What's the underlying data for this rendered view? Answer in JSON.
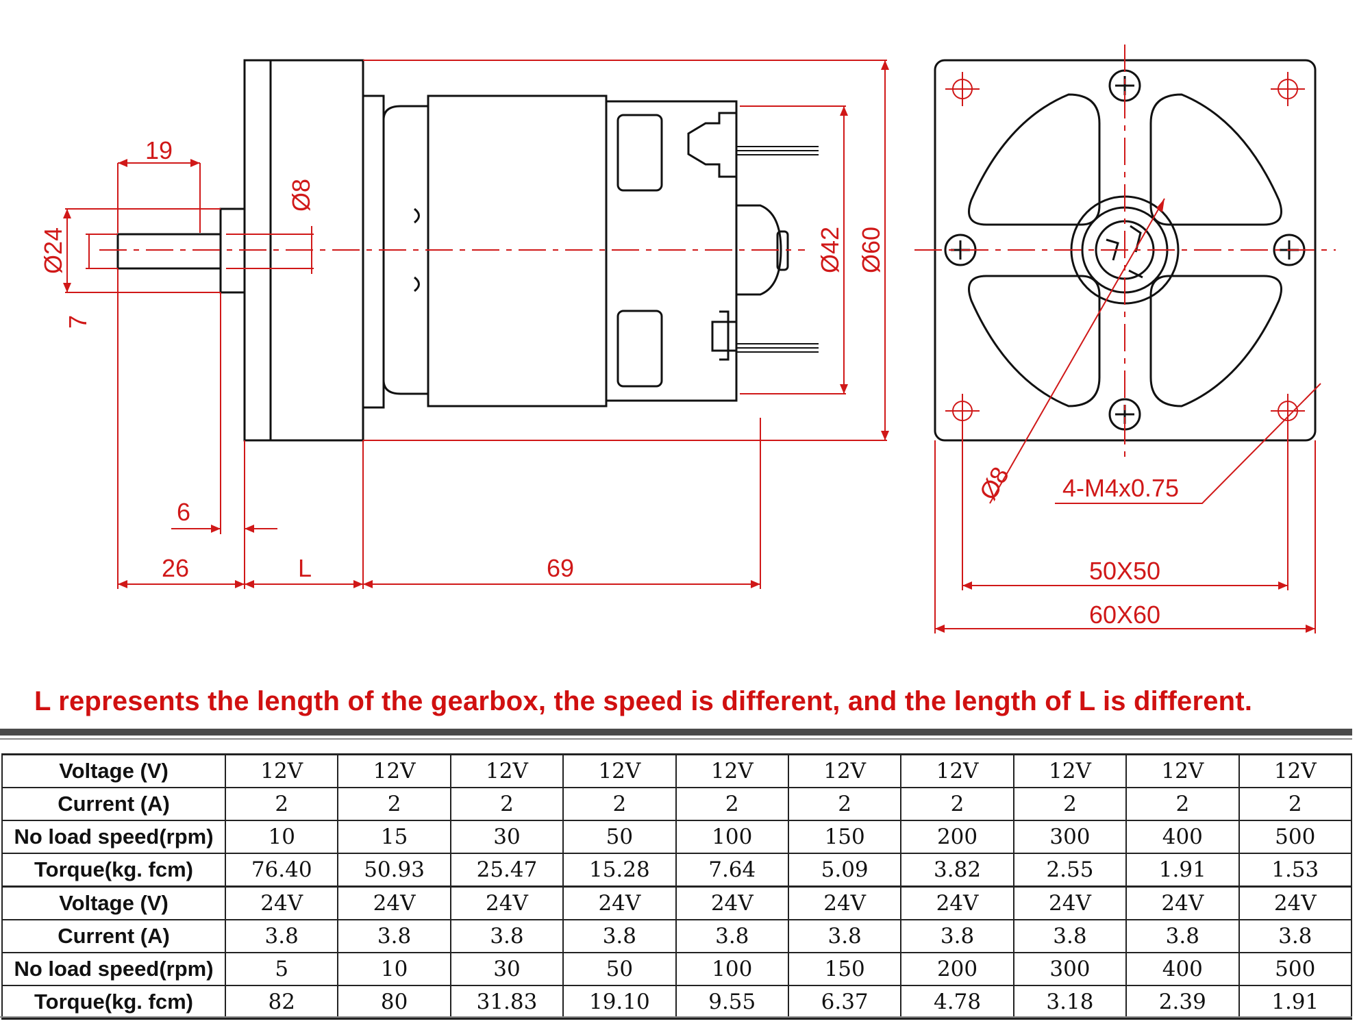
{
  "dimensions": {
    "shaft_length": "19",
    "shaft_dia": "Ø8",
    "boss_dia": "Ø24",
    "flat": "7",
    "motor_dia": "Ø42",
    "gearbox_size": "Ø60",
    "boss_len": "6",
    "front_len": "26",
    "gearbox_len": "L",
    "motor_len": "69",
    "hole_dia": "Ø8",
    "thread": "4-M4x0.75",
    "hole_spacing": "50X50",
    "flange": "60X60"
  },
  "note": "L represents the length of the gearbox, the speed is different, and the length of L is different.",
  "table": {
    "groups": [
      {
        "rows": [
          {
            "label": "Voltage (V)",
            "values": [
              "12V",
              "12V",
              "12V",
              "12V",
              "12V",
              "12V",
              "12V",
              "12V",
              "12V",
              "12V"
            ]
          },
          {
            "label": "Current (A)",
            "values": [
              "2",
              "2",
              "2",
              "2",
              "2",
              "2",
              "2",
              "2",
              "2",
              "2"
            ]
          },
          {
            "label": "No load speed(rpm)",
            "values": [
              "10",
              "15",
              "30",
              "50",
              "100",
              "150",
              "200",
              "300",
              "400",
              "500"
            ]
          },
          {
            "label": "Torque(kg. fcm)",
            "values": [
              "76.40",
              "50.93",
              "25.47",
              "15.28",
              "7.64",
              "5.09",
              "3.82",
              "2.55",
              "1.91",
              "1.53"
            ]
          }
        ]
      },
      {
        "rows": [
          {
            "label": "Voltage (V)",
            "values": [
              "24V",
              "24V",
              "24V",
              "24V",
              "24V",
              "24V",
              "24V",
              "24V",
              "24V",
              "24V"
            ]
          },
          {
            "label": "Current (A)",
            "values": [
              "3.8",
              "3.8",
              "3.8",
              "3.8",
              "3.8",
              "3.8",
              "3.8",
              "3.8",
              "3.8",
              "3.8"
            ]
          },
          {
            "label": "No load speed(rpm)",
            "values": [
              "5",
              "10",
              "30",
              "50",
              "100",
              "150",
              "200",
              "300",
              "400",
              "500"
            ]
          },
          {
            "label": "Torque(kg. fcm)",
            "values": [
              "82",
              "80",
              "31.83",
              "19.10",
              "9.55",
              "6.37",
              "4.78",
              "3.18",
              "2.39",
              "1.91"
            ]
          }
        ]
      }
    ]
  },
  "colors": {
    "dimension": "#d01818",
    "outline": "#111111",
    "note": "#d01010"
  }
}
